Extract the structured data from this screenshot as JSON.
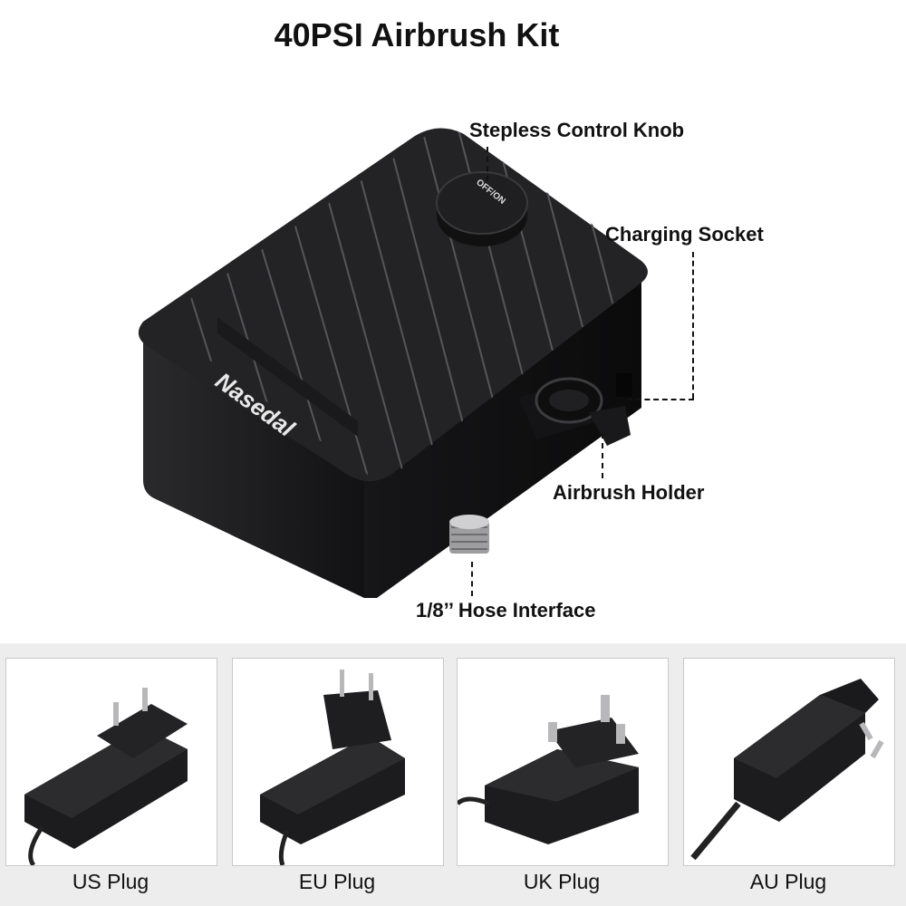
{
  "title": "40PSI Airbrush Kit",
  "device": {
    "brand": "Nasedal",
    "knob_marking": "OFF/ON",
    "colors": {
      "body": "#1b1b1d",
      "top": "#262628",
      "stripe": "#5a5a5e",
      "metal": "#b9b9bb"
    }
  },
  "callouts": {
    "knob": "Stepless Control Knob",
    "socket": "Charging Socket",
    "holder": "Airbrush Holder",
    "hose": "1/8’’ Hose Interface"
  },
  "plugs": [
    {
      "label": "US Plug",
      "icon": "us-plug-adapter-icon"
    },
    {
      "label": "EU Plug",
      "icon": "eu-plug-adapter-icon"
    },
    {
      "label": "UK Plug",
      "icon": "uk-plug-adapter-icon"
    },
    {
      "label": "AU Plug",
      "icon": "au-plug-adapter-icon"
    }
  ]
}
